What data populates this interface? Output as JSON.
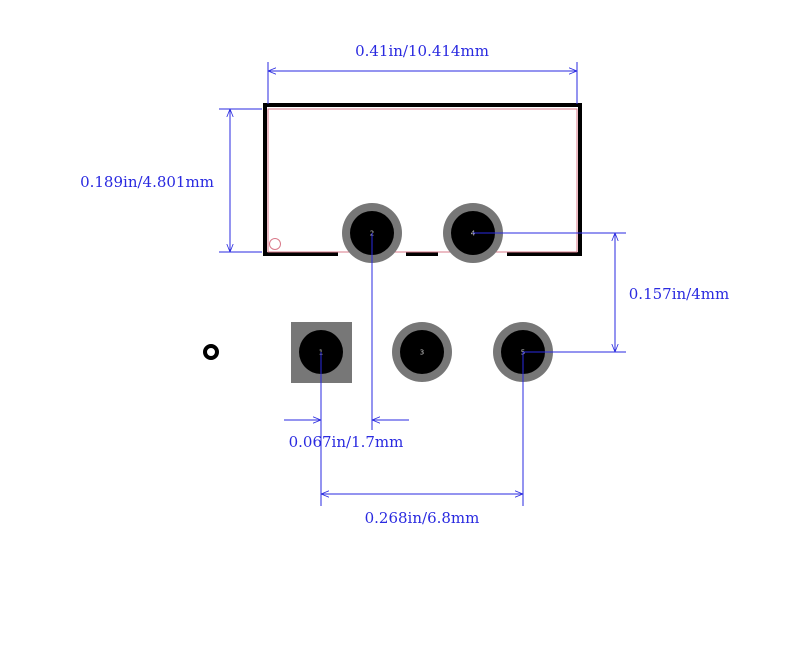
{
  "colors": {
    "outline": "#000000",
    "courtyard": "#d97a8a",
    "pad_ring": "#777777",
    "drill": "#000000",
    "dimension": "#2a2ae0",
    "pin_label": "#c8c8c8"
  },
  "dimensions": {
    "width": "0.41in/10.414mm",
    "height": "0.189in/4.801mm",
    "row_offset": "0.157in/4mm",
    "pin_pitch": "0.067in/1.7mm",
    "span": "0.268in/6.8mm"
  },
  "pins": [
    {
      "id": "1",
      "shape": "square"
    },
    {
      "id": "2",
      "shape": "round"
    },
    {
      "id": "3",
      "shape": "round"
    },
    {
      "id": "4",
      "shape": "round"
    },
    {
      "id": "5",
      "shape": "round"
    }
  ]
}
